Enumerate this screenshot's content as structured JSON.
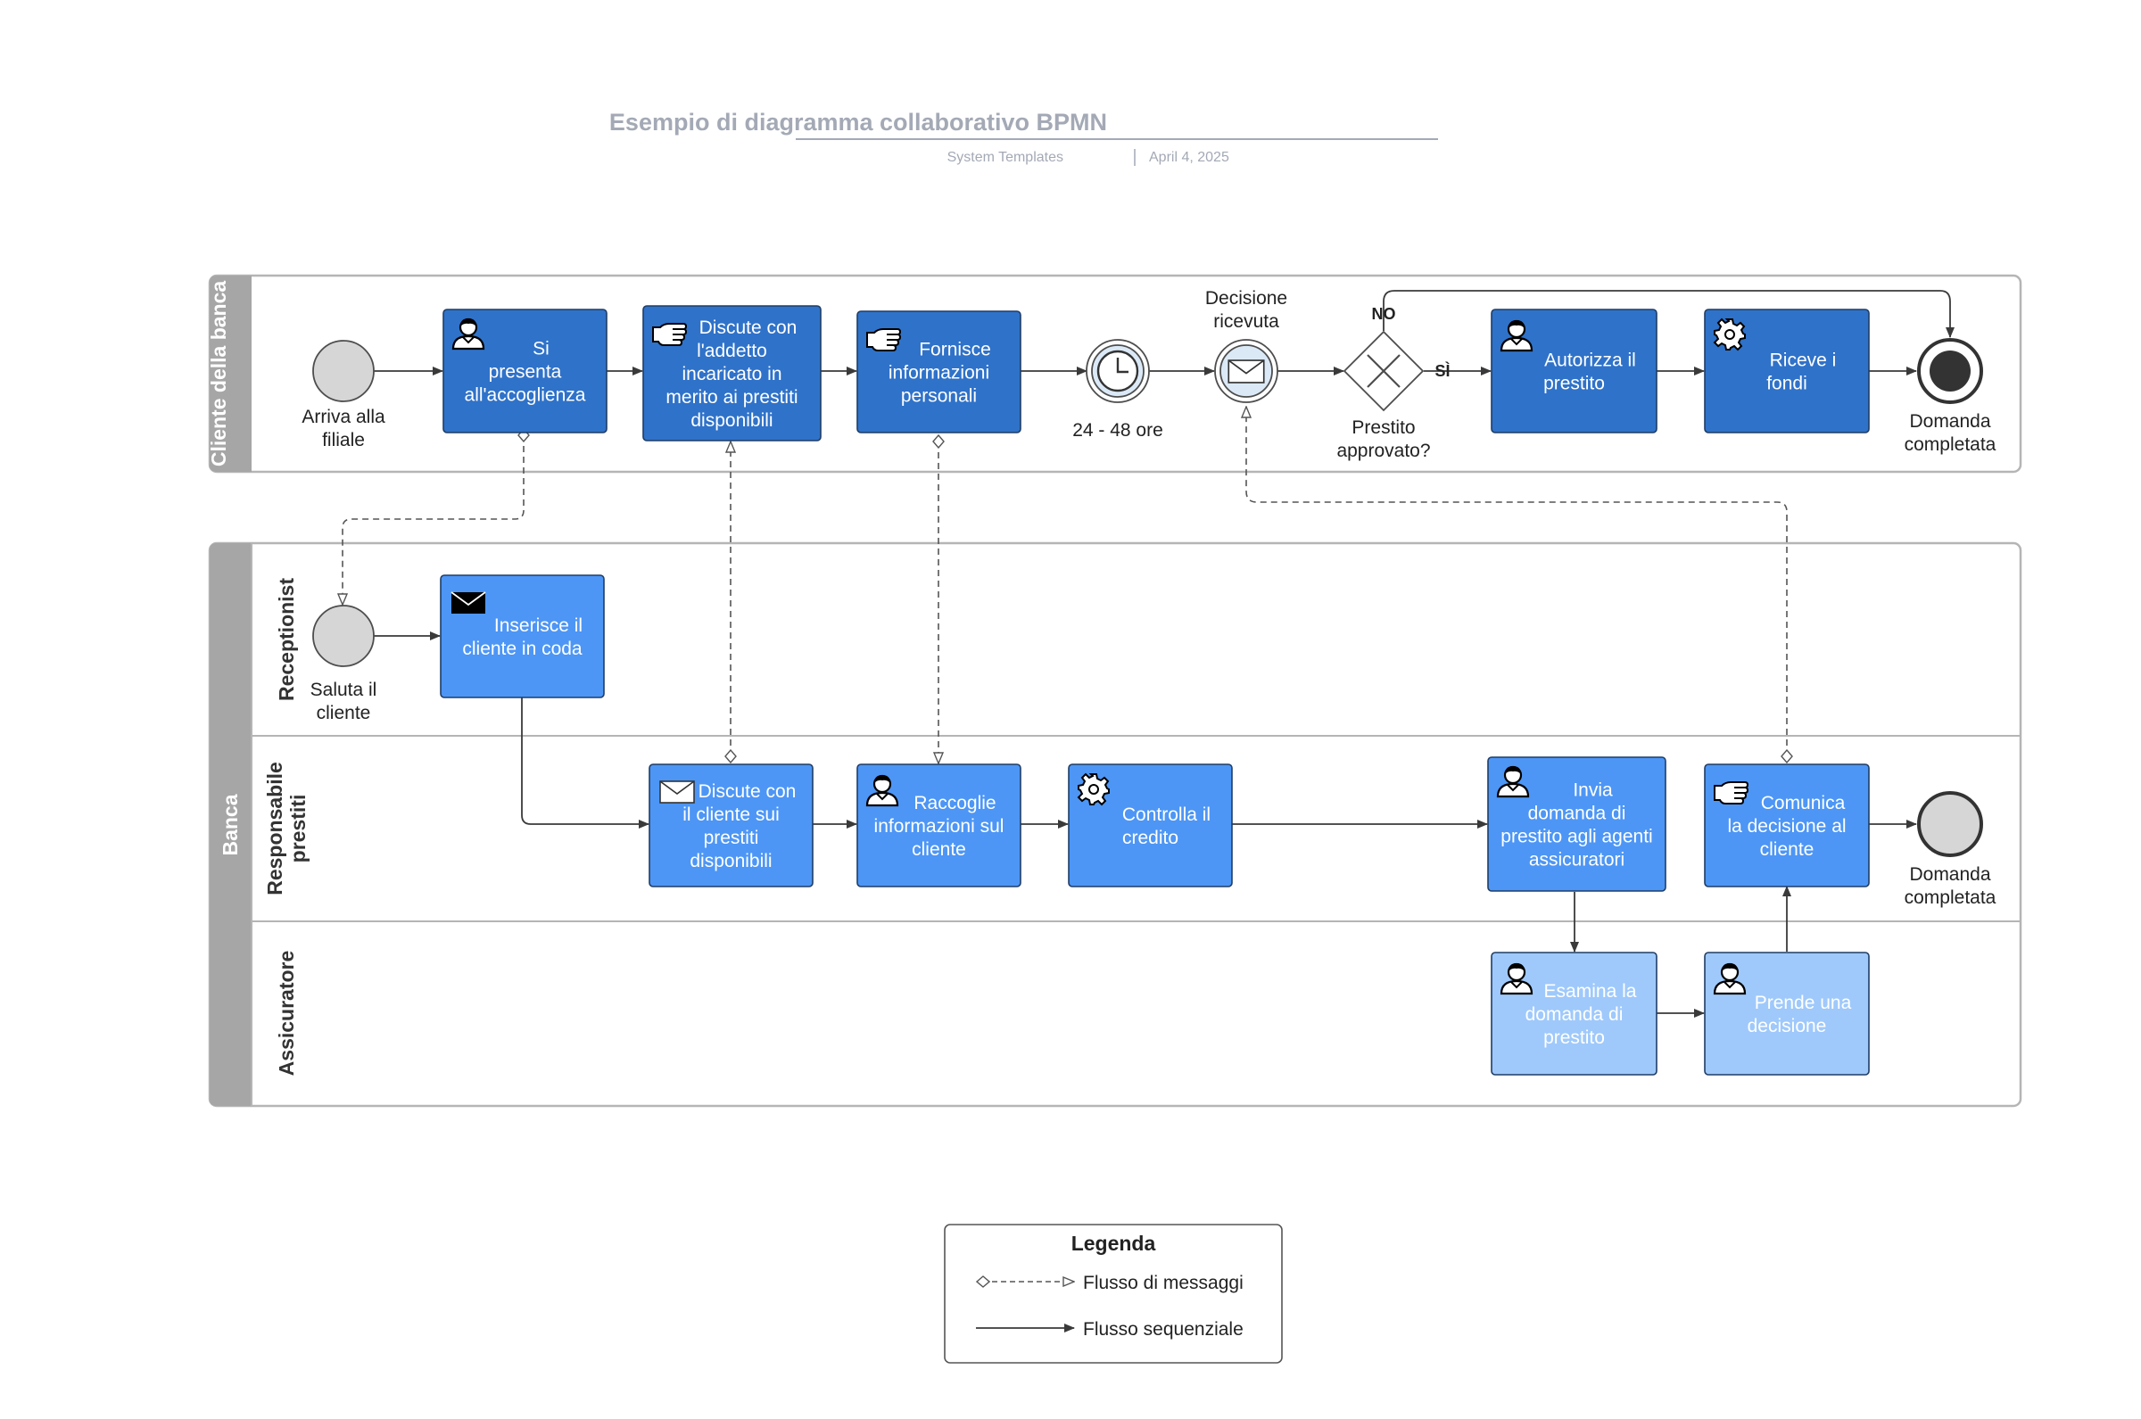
{
  "header": {
    "title": "Esempio di diagramma collaborativo BPMN",
    "source": "System Templates",
    "date": "April 4, 2025"
  },
  "colors": {
    "task_dark": "#2f72c9",
    "task_mid": "#4d96f5",
    "task_light": "#9fc9fb",
    "pool_band": "#a6a6a6",
    "lane_border": "#b5b5b5",
    "event_fill": "#d6d6d6",
    "message_event_fill": "#dbe9f7"
  },
  "pools": {
    "customer": {
      "label": "Cliente della banca"
    },
    "bank": {
      "label": "Banca",
      "lanes": {
        "receptionist": "Receptionist",
        "loan_officer": [
          "Responsabile",
          "prestiti"
        ],
        "underwriter": "Assicuratore"
      }
    }
  },
  "events": {
    "arrive": {
      "label": [
        "Arriva alla",
        "filiale"
      ]
    },
    "timer": {
      "label": [
        "24 - 48 ore"
      ]
    },
    "decision_received": {
      "label": [
        "Decisione",
        "ricevuta"
      ]
    },
    "end_customer": {
      "label": [
        "Domanda",
        "completata"
      ]
    },
    "greet": {
      "label": [
        "Saluta il",
        "cliente"
      ]
    },
    "end_bank": {
      "label": [
        "Domanda",
        "completata"
      ]
    }
  },
  "gateway": {
    "label": [
      "Prestito",
      "approvato?"
    ],
    "no_label": "NO",
    "yes_label": "SÌ"
  },
  "tasks": {
    "t1": {
      "icon": "user-icon",
      "lines": [
        "Si",
        "presenta",
        "all'accoglienza"
      ]
    },
    "t2": {
      "icon": "hand-icon",
      "lines": [
        "Discute con",
        "l'addetto",
        "incaricato in",
        "merito ai prestiti",
        "disponibili"
      ]
    },
    "t3": {
      "icon": "hand-icon",
      "lines": [
        "Fornisce",
        "informazioni",
        "personali"
      ]
    },
    "t4": {
      "icon": "user-icon",
      "lines": [
        "Autorizza il",
        "prestito"
      ]
    },
    "t5": {
      "icon": "gear-icon",
      "lines": [
        "Riceve i",
        "fondi"
      ]
    },
    "t6": {
      "icon": "envelope-icon",
      "lines": [
        "Inserisce il",
        "cliente in coda"
      ]
    },
    "t7": {
      "icon": "envelope-icon",
      "lines": [
        "Discute con",
        "il cliente sui",
        "prestiti",
        "disponibili"
      ]
    },
    "t8": {
      "icon": "user-icon",
      "lines": [
        "Raccoglie",
        "informazioni sul",
        "cliente"
      ]
    },
    "t9": {
      "icon": "gear-icon",
      "lines": [
        "Controlla il",
        "credito"
      ]
    },
    "t10": {
      "icon": "user-icon",
      "lines": [
        "Invia",
        "domanda di",
        "prestito agli agenti",
        "assicuratori"
      ]
    },
    "t11": {
      "icon": "hand-icon",
      "lines": [
        "Comunica",
        "la decisione al",
        "cliente"
      ]
    },
    "t12": {
      "icon": "user-icon",
      "lines": [
        "Esamina la",
        "domanda di",
        "prestito"
      ]
    },
    "t13": {
      "icon": "user-icon",
      "lines": [
        "Prende una",
        "decisione"
      ]
    }
  },
  "legend": {
    "title": "Legenda",
    "message_flow": "Flusso di messaggi",
    "sequence_flow": "Flusso sequenziale"
  }
}
